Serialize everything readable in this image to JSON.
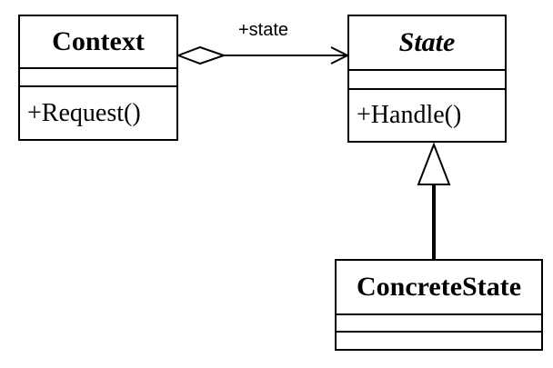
{
  "classes": {
    "context": {
      "name": "Context",
      "operation": "+Request()"
    },
    "state": {
      "name": "State",
      "operation": "+Handle()",
      "abstract": true
    },
    "concrete_state": {
      "name": "ConcreteState"
    }
  },
  "association": {
    "label": "+state",
    "type": "aggregation",
    "from": "Context",
    "to": "State"
  },
  "generalization": {
    "from": "ConcreteState",
    "to": "State"
  }
}
